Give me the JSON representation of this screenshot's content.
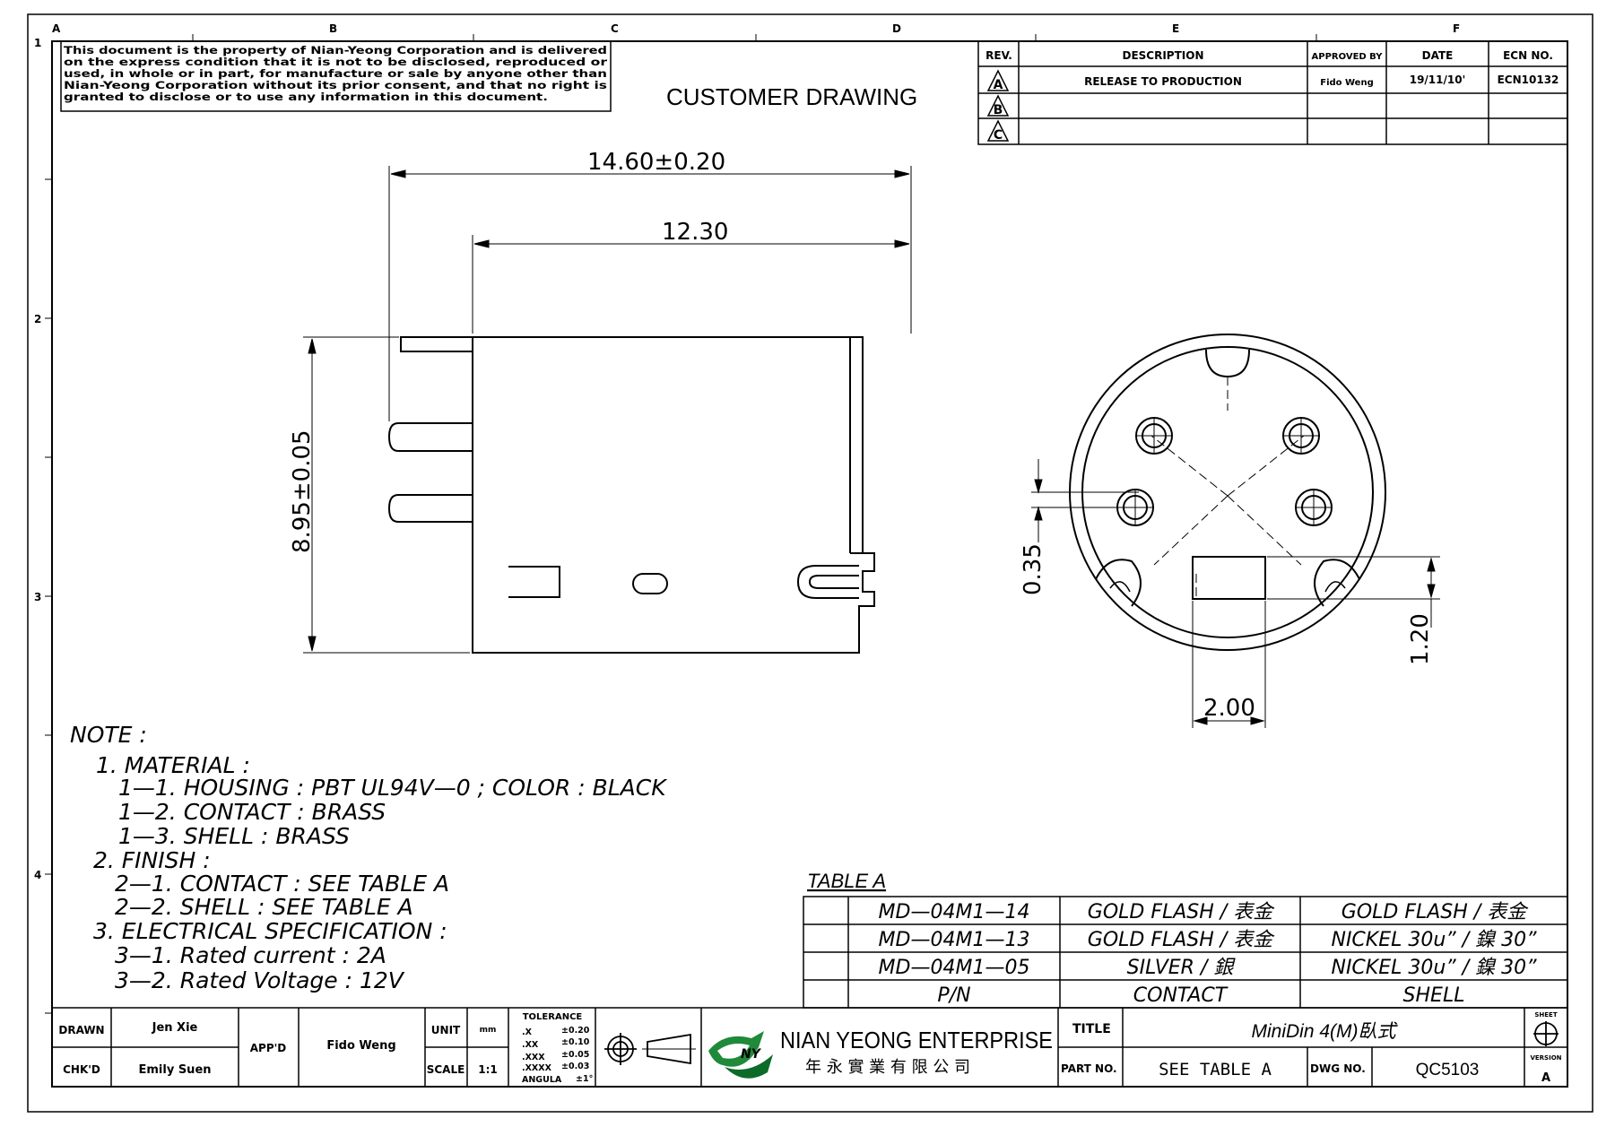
{
  "border": {
    "columns": [
      "A",
      "B",
      "C",
      "D",
      "E",
      "F"
    ],
    "rows": [
      "1",
      "2",
      "3",
      "4"
    ]
  },
  "disclaimer": [
    "This document is the property of Nian-Yeong Corporation and is delivered",
    "on  the  express condition that it is not to be disclosed, reproduced or",
    "used, in whole or in part, for manufacture or sale by anyone other than",
    "Nian-Yeong Corporation without  its prior consent, and that  no right  is",
    "granted to disclose or to use any information in this  document."
  ],
  "drawing_title": "CUSTOMER  DRAWING",
  "revision_table": {
    "headers": [
      "REV.",
      "DESCRIPTION",
      "APPROVED BY",
      "DATE",
      "ECN NO."
    ],
    "rows": [
      {
        "rev": "A",
        "description": "RELEASE  TO  PRODUCTION",
        "approved_by": "Fido Weng",
        "date": "19/11/10'",
        "ecn": "ECN10132"
      },
      {
        "rev": "B",
        "description": "",
        "approved_by": "",
        "date": "",
        "ecn": ""
      },
      {
        "rev": "C",
        "description": "",
        "approved_by": "",
        "date": "",
        "ecn": ""
      }
    ]
  },
  "dimensions": {
    "overall_length": "14.60±0.20",
    "body_length": "12.30",
    "height": "8.95±0.05",
    "offset": "0.35",
    "key_height": "1.20",
    "key_width": "2.00"
  },
  "notes": {
    "heading": "NOTE :",
    "lines": [
      "1.  MATERIAL  :",
      "1—1.  HOUSING  :  PBT  UL94V—0  ;  COLOR  :  BLACK",
      "1—2.  CONTACT  :  BRASS",
      "1—3.  SHELL  :  BRASS",
      "2.  FINISH  :",
      "2—1.  CONTACT  :  SEE  TABLE  A",
      "2—2.  SHELL  :  SEE  TABLE  A",
      "3.  ELECTRICAL  SPECIFICATION  :",
      "3—1.  Rated  current  :  2A",
      "3—2.  Rated  Voltage  :  12V"
    ]
  },
  "table_a": {
    "title": "TABLE A",
    "rows": [
      {
        "pn": "MD—04M1—14",
        "contact": "GOLD  FLASH  /  表金",
        "shell": "GOLD  FLASH  /  表金"
      },
      {
        "pn": "MD—04M1—13",
        "contact": "GOLD  FLASH  /  表金",
        "shell": "NICKEL  30u”  /  鎳  30”"
      },
      {
        "pn": "MD—04M1—05",
        "contact": "SILVER  /  銀",
        "shell": "NICKEL  30u”  /  鎳  30”"
      }
    ],
    "headers": {
      "pn": "P/N",
      "contact": "CONTACT",
      "shell": "SHELL"
    }
  },
  "title_block": {
    "drawn_label": "DRAWN",
    "drawn_value": "Jen Xie",
    "chkd_label": "CHK'D",
    "chkd_value": "Emily Suen",
    "appd_label": "APP'D",
    "appd_value": "Fido Weng",
    "unit_label": "UNIT",
    "unit_value": "mm",
    "scale_label": "SCALE",
    "scale_value": "1:1",
    "tolerance_title": "TOLERANCE",
    "tolerance_rows": [
      {
        "k": ".X",
        "v": "±0.20"
      },
      {
        "k": ".XX",
        "v": "±0.10"
      },
      {
        "k": ".XXX",
        "v": "±0.05"
      },
      {
        "k": ".XXXX",
        "v": "±0.03"
      },
      {
        "k": "ANGULA",
        "v": "±1°"
      }
    ],
    "company_name": "NIAN YEONG ENTERPRISE",
    "company_chinese": "年 永 實 業 有 限 公 司",
    "title_label": "TITLE",
    "title_value": "MiniDin  4(M)臥式",
    "part_label": "PART NO.",
    "part_value": "SEE  TABLE  A",
    "dwg_label": "DWG NO.",
    "dwg_value": "QC5103",
    "sheet_label": "SHEET",
    "version_label": "VERSION",
    "version_value": "A"
  }
}
